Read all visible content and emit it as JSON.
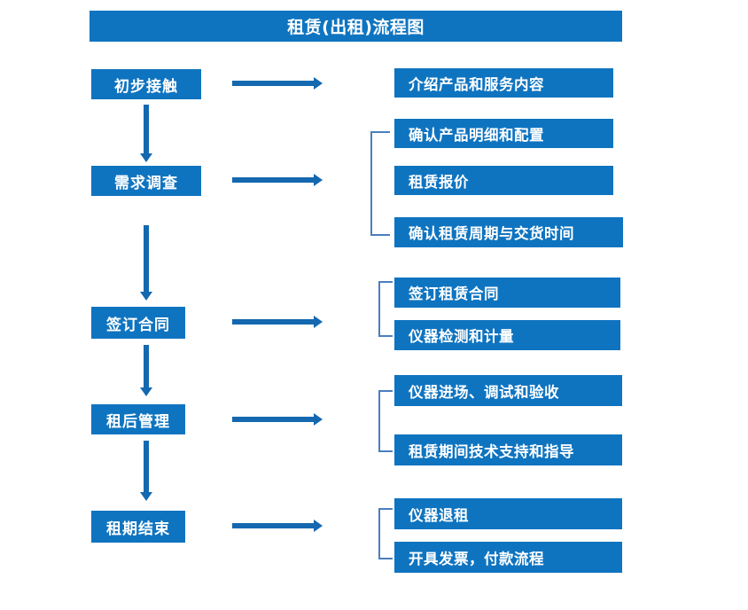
{
  "chart_data": {
    "type": "diagram",
    "diagram_kind": "flowchart",
    "title": "租赁(出租)流程图",
    "orientation": "vertical-stages-with-detail-branches",
    "colors": {
      "box_fill": "#0f74c0",
      "box_text": "#ffffff",
      "arrow": "#1368b0",
      "bracket": "#4a7fbd",
      "background": "#ffffff"
    },
    "stages": [
      {
        "id": "stage-1",
        "label": "初步接触",
        "details": [
          "介绍产品和服务内容"
        ],
        "grouped_by_bracket": false
      },
      {
        "id": "stage-2",
        "label": "需求调查",
        "details": [
          "确认产品明细和配置",
          "租赁报价",
          "确认租赁周期与交货时间"
        ],
        "grouped_by_bracket": true
      },
      {
        "id": "stage-3",
        "label": "签订合同",
        "details": [
          "签订租赁合同",
          "仪器检测和计量"
        ],
        "grouped_by_bracket": true
      },
      {
        "id": "stage-4",
        "label": "租后管理",
        "details": [
          "仪器进场、调试和验收",
          "租赁期间技术支持和指导"
        ],
        "grouped_by_bracket": true
      },
      {
        "id": "stage-5",
        "label": "租期结束",
        "details": [
          "仪器退租",
          "开具发票，付款流程"
        ],
        "grouped_by_bracket": true
      }
    ],
    "flow_connectors": [
      {
        "from": "初步接触",
        "to": "需求调查",
        "type": "down-arrow"
      },
      {
        "from": "需求调查",
        "to": "签订合同",
        "type": "down-arrow"
      },
      {
        "from": "签订合同",
        "to": "租后管理",
        "type": "down-arrow"
      },
      {
        "from": "租后管理",
        "to": "租期结束",
        "type": "down-arrow"
      },
      {
        "from": "初步接触",
        "to": "介绍产品和服务内容",
        "type": "right-arrow"
      },
      {
        "from": "需求调查",
        "to": "需求调查明细",
        "type": "right-arrow"
      },
      {
        "from": "签订合同",
        "to": "签订合同明细",
        "type": "right-arrow"
      },
      {
        "from": "租后管理",
        "to": "租后管理明细",
        "type": "right-arrow"
      },
      {
        "from": "租期结束",
        "to": "租期结束明细",
        "type": "right-arrow"
      }
    ]
  },
  "header": {
    "title": "租赁(出租)流程图"
  },
  "stages": [
    {
      "label": "初步接触"
    },
    {
      "label": "需求调查"
    },
    {
      "label": "签订合同"
    },
    {
      "label": "租后管理"
    },
    {
      "label": "租期结束"
    }
  ],
  "details": [
    {
      "label": "介绍产品和服务内容"
    },
    {
      "label": "确认产品明细和配置"
    },
    {
      "label": "租赁报价"
    },
    {
      "label": "确认租赁周期与交货时间"
    },
    {
      "label": "签订租赁合同"
    },
    {
      "label": "仪器检测和计量"
    },
    {
      "label": "仪器进场、调试和验收"
    },
    {
      "label": "租赁期间技术支持和指导"
    },
    {
      "label": "仪器退租"
    },
    {
      "label": "开具发票，付款流程"
    }
  ]
}
